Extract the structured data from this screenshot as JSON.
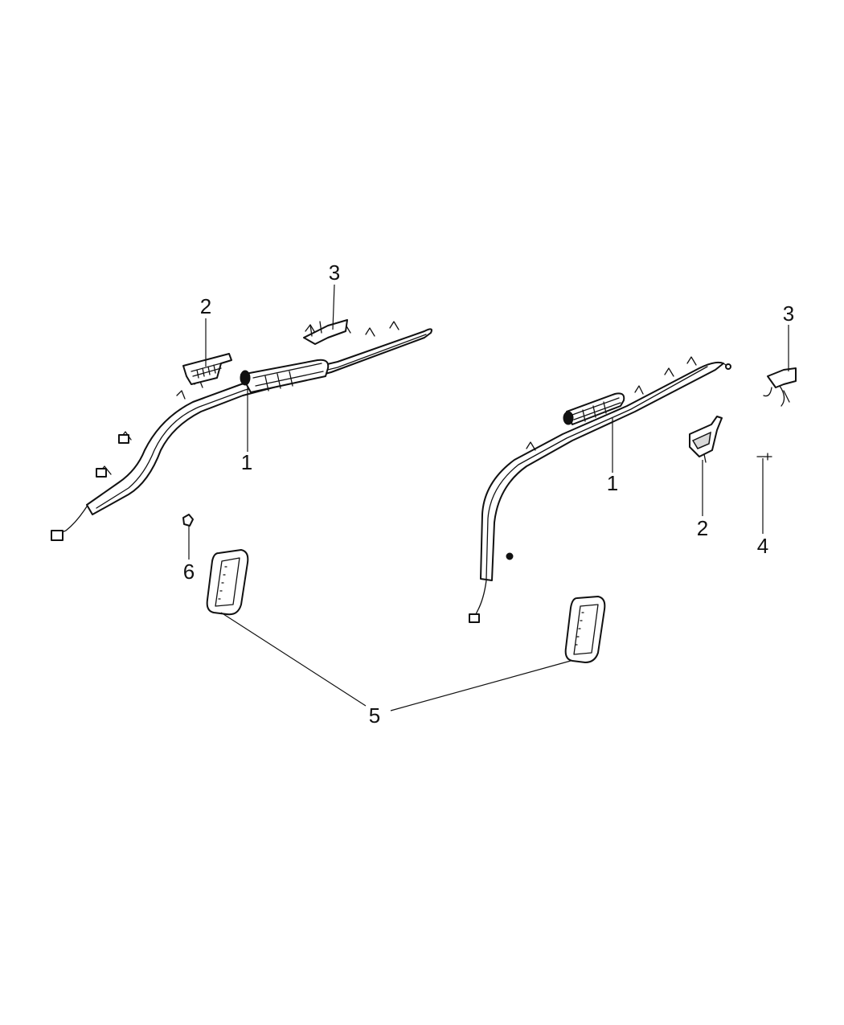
{
  "callouts": {
    "left_curtain_airbag": "1",
    "right_curtain_airbag": "1",
    "left_bracket": "2",
    "right_bracket": "2",
    "left_clip": "3",
    "right_clip": "3",
    "pin": "4",
    "seat_airbags": "5",
    "nut": "6"
  }
}
